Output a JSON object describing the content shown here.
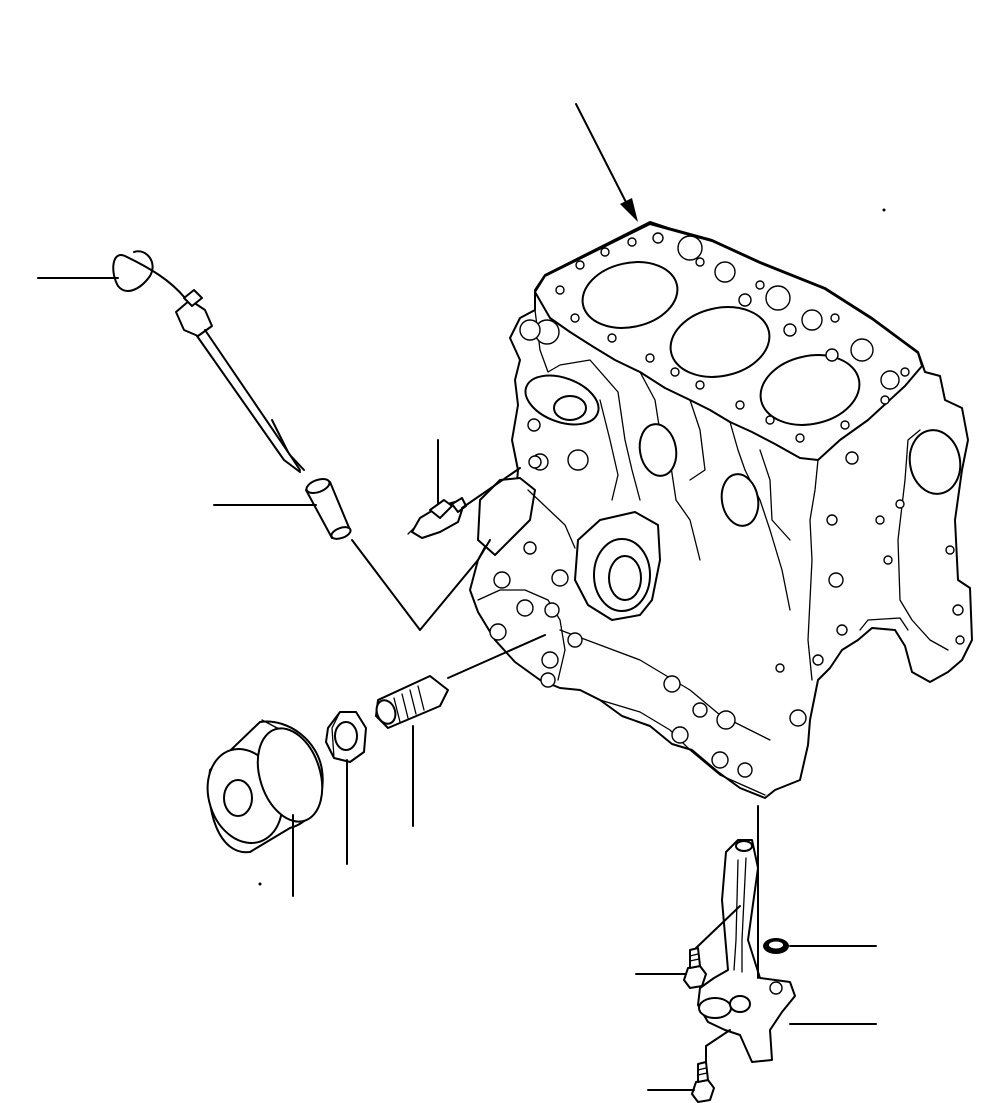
{
  "diagram": {
    "background": "#ffffff",
    "line_color": "#000000",
    "parts": [
      "cylinder-block",
      "oil-dipstick",
      "dipstick-guide-tube",
      "oil-pressure-switch",
      "oil-filter-cartridge",
      "oil-filter-nut",
      "oil-filter-stud",
      "oil-strainer",
      "o-ring",
      "strainer-bolt-upper",
      "strainer-bolt-lower"
    ],
    "leader_count": 12
  }
}
